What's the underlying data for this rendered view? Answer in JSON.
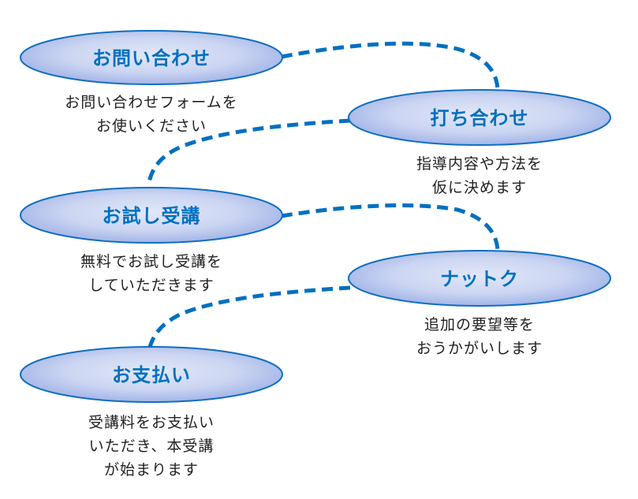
{
  "colors": {
    "accent": "#0070C0",
    "ellipse_stroke": "#0E6EC0",
    "ellipse_fill_center": "#DCE3F6",
    "ellipse_fill_edge": "#9DB0E6",
    "description_text": "#222222"
  },
  "steps": [
    {
      "label": "お問い合わせ",
      "description": [
        "お問い合わせフォームを",
        "お使いください"
      ]
    },
    {
      "label": "打ち合わせ",
      "description": [
        "指導内容や方法を",
        "仮に決めます"
      ]
    },
    {
      "label": "お試し受講",
      "description": [
        "無料でお試し受講を",
        "していただきます"
      ]
    },
    {
      "label": "ナットク",
      "description": [
        "追加の要望等を",
        "おうかがいします"
      ]
    },
    {
      "label": "お支払い",
      "description": [
        "受講料をお支払い",
        "いただき、本受講",
        "が始まります"
      ]
    }
  ],
  "connectors": [
    {
      "from": 0,
      "to": 1,
      "style": "dashed"
    },
    {
      "from": 1,
      "to": 2,
      "style": "dashed"
    },
    {
      "from": 2,
      "to": 3,
      "style": "dashed"
    },
    {
      "from": 3,
      "to": 4,
      "style": "dashed"
    }
  ]
}
